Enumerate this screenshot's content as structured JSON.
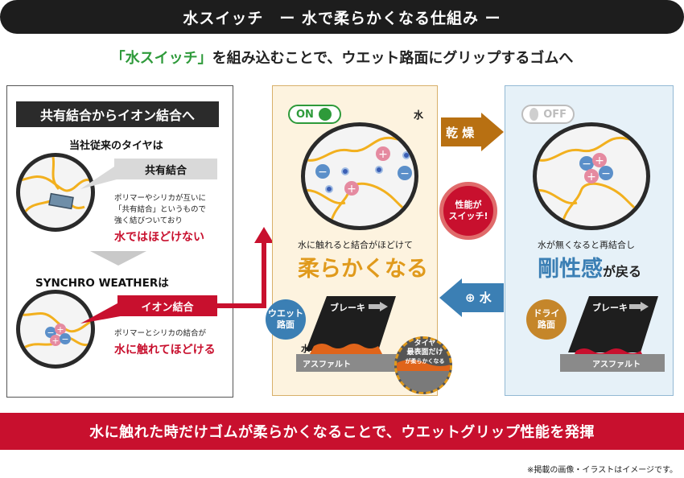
{
  "header": {
    "title": "水スイッチ　ー 水で柔らかくなる仕組み ー",
    "subtitle_highlight": "「水スイッチ」",
    "subtitle_rest": "を組み込むことで、ウエット路面にグリップするゴムへ"
  },
  "left_panel": {
    "heading": "共有結合からイオン結合へ",
    "conventional_label": "当社従来のタイヤは",
    "covalent_tag": "共有結合",
    "desc_line1": "ポリマーやシリカが互いに",
    "desc_line2": "「共有結合」というもので",
    "desc_line3": "強く結びついており",
    "not_released": "水ではほどけない",
    "synchro_label": "SYNCHRO WEATHERは",
    "ionic_tag": "イオン結合",
    "ionic_desc": "ポリマーとシリカの結合が",
    "ionic_release": "水に触れてほどける"
  },
  "middle_panel": {
    "on_label": "ON",
    "water_label": "水",
    "desc": "水に触れると結合がほどけて",
    "big": "柔らかくなる",
    "wet_badge_1": "ウエット",
    "wet_badge_2": "路面",
    "brake": "ブレーキ",
    "water_small": "水",
    "asphalt": "アスファルト",
    "zoom_1": "タイヤ",
    "zoom_2": "最表面だけ",
    "zoom_3": "が柔らかくなる"
  },
  "center_arrows": {
    "dry": "乾 燥",
    "switch_1": "性能が",
    "switch_2": "スイッチ!",
    "water": "⊕ 水"
  },
  "right_panel": {
    "off_label": "OFF",
    "desc": "水が無くなると再結合し",
    "big_main": "剛性感",
    "big_suffix": "が戻る",
    "dry_badge_1": "ドライ",
    "dry_badge_2": "路面",
    "brake": "ブレーキ",
    "asphalt": "アスファルト"
  },
  "footer": {
    "banner": "水に触れた時だけゴムが柔らかくなることで、ウエットグリップ性能を発揮",
    "note": "※掲載の画像・イラストはイメージです。"
  },
  "colors": {
    "accent_red": "#c8102e",
    "green": "#2e9a3a",
    "orange": "#e09a1c",
    "blue": "#3b7fb4",
    "dark": "#1d1d1d"
  }
}
